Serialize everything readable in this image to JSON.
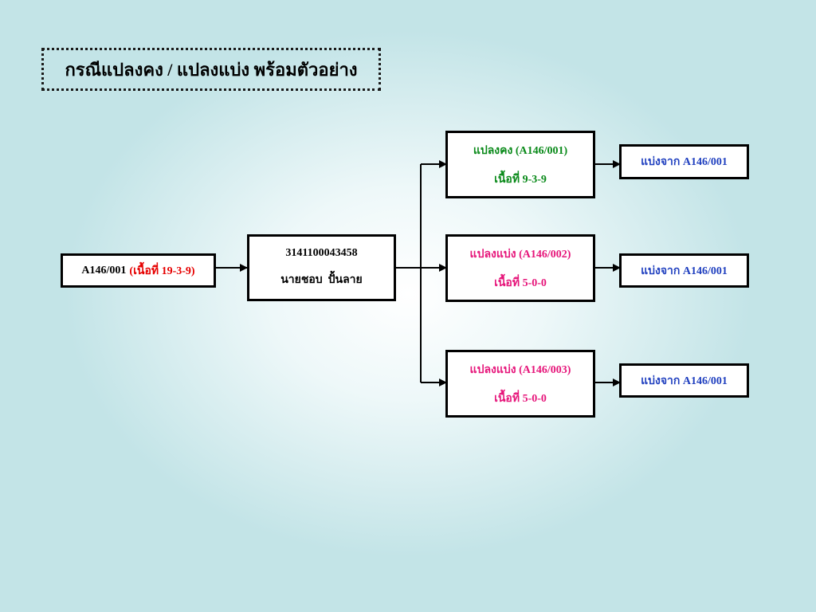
{
  "title": "กรณีแปลงคง / แปลงแบ่ง พร้อมตัวอย่าง",
  "source": {
    "code": "A146/001",
    "area": "(เนื้อที่ 19-3-9)"
  },
  "owner": {
    "id": "3141100043458",
    "name": "นายชอบ  ปั้นลาย"
  },
  "plots": [
    {
      "label": "แปลงคง (A146/001)",
      "area": "เนื้อที่ 9-3-9",
      "color": "#0a8a1a",
      "split_from": "แบ่งจาก A146/001"
    },
    {
      "label": "แปลงแบ่ง (A146/002)",
      "area": "เนื้อที่ 5-0-0",
      "color": "#e6157a",
      "split_from": "แบ่งจาก A146/001"
    },
    {
      "label": "แปลงแบ่ง (A146/003)",
      "area": "เนื้อที่ 5-0-0",
      "color": "#e6157a",
      "split_from": "แบ่งจาก A146/001"
    }
  ],
  "colors": {
    "split_from_text": "#1f3fbf",
    "source_area_text": "#e60000"
  }
}
